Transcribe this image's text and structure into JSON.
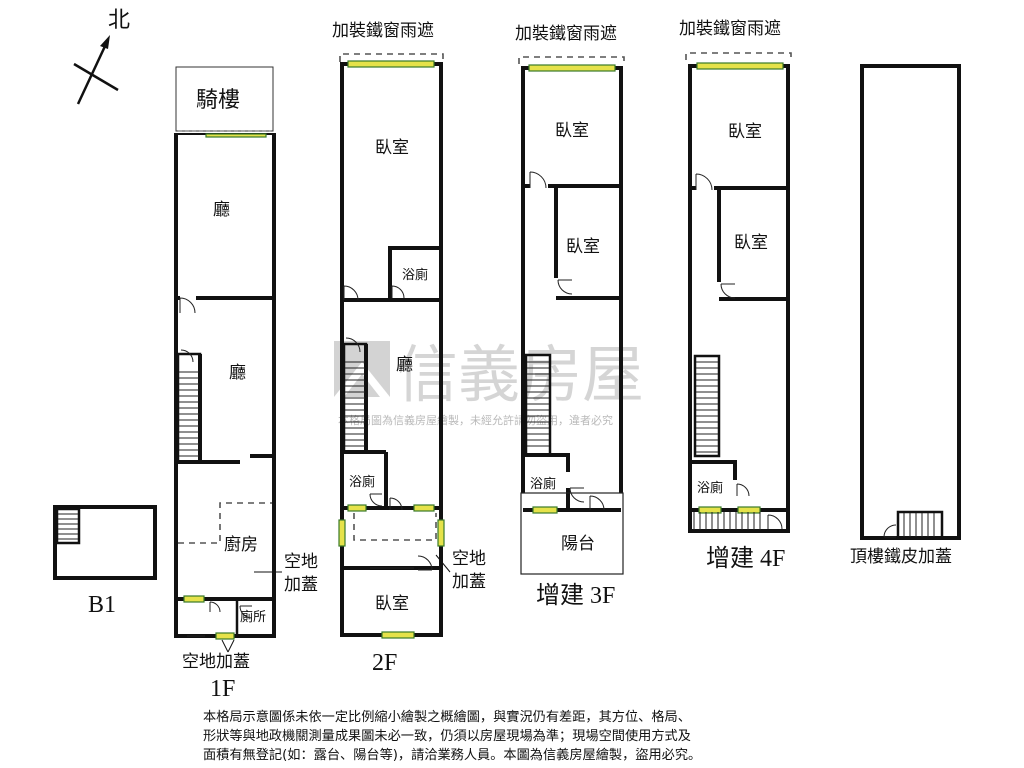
{
  "compass": {
    "north_label": "北"
  },
  "watermark": {
    "brand": "信義房屋",
    "notice": "本格局圖為信義房屋繪製，未經允許請勿盜用，違者必究"
  },
  "floors": {
    "b1": {
      "label": "B1"
    },
    "f1": {
      "label": "1F",
      "rooms": {
        "arcade": "騎樓",
        "hall_front": "廳",
        "hall_mid": "廳",
        "kitchen": "廚房",
        "toilet": "廁所"
      },
      "annotations": {
        "side_cover_l1": "空地",
        "side_cover_l2": "加蓋",
        "rear_cover": "空地加蓋"
      }
    },
    "f2": {
      "label": "2F",
      "top_note": "加裝鐵窗雨遮",
      "rooms": {
        "bedroom_front": "臥室",
        "bath_upper": "浴廁",
        "hall": "廳",
        "bath_lower": "浴廁",
        "bedroom_rear": "臥室"
      },
      "annotations": {
        "side_cover_l1": "空地",
        "side_cover_l2": "加蓋"
      }
    },
    "f3": {
      "label": "增建 3F",
      "top_note": "加裝鐵窗雨遮",
      "rooms": {
        "bedroom_front": "臥室",
        "bedroom_mid": "臥室",
        "bath": "浴廁",
        "balcony": "陽台"
      }
    },
    "f4": {
      "label": "增建 4F",
      "top_note": "加裝鐵窗雨遮",
      "rooms": {
        "bedroom_front": "臥室",
        "bedroom_mid": "臥室",
        "bath": "浴廁"
      }
    },
    "roof": {
      "label": "頂樓鐵皮加蓋"
    }
  },
  "disclaimer": [
    "本格局示意圖係未依一定比例縮小繪製之概繪圖，與實況仍有差距，其方位、格局、",
    "形狀等與地政機關測量成果圖未必一致，仍須以房屋現場為準；現場空間使用方式及",
    "面積有無登記(如：露台、陽台等)，請洽業務人員。本圖為信義房屋繪製，盜用必究。"
  ]
}
